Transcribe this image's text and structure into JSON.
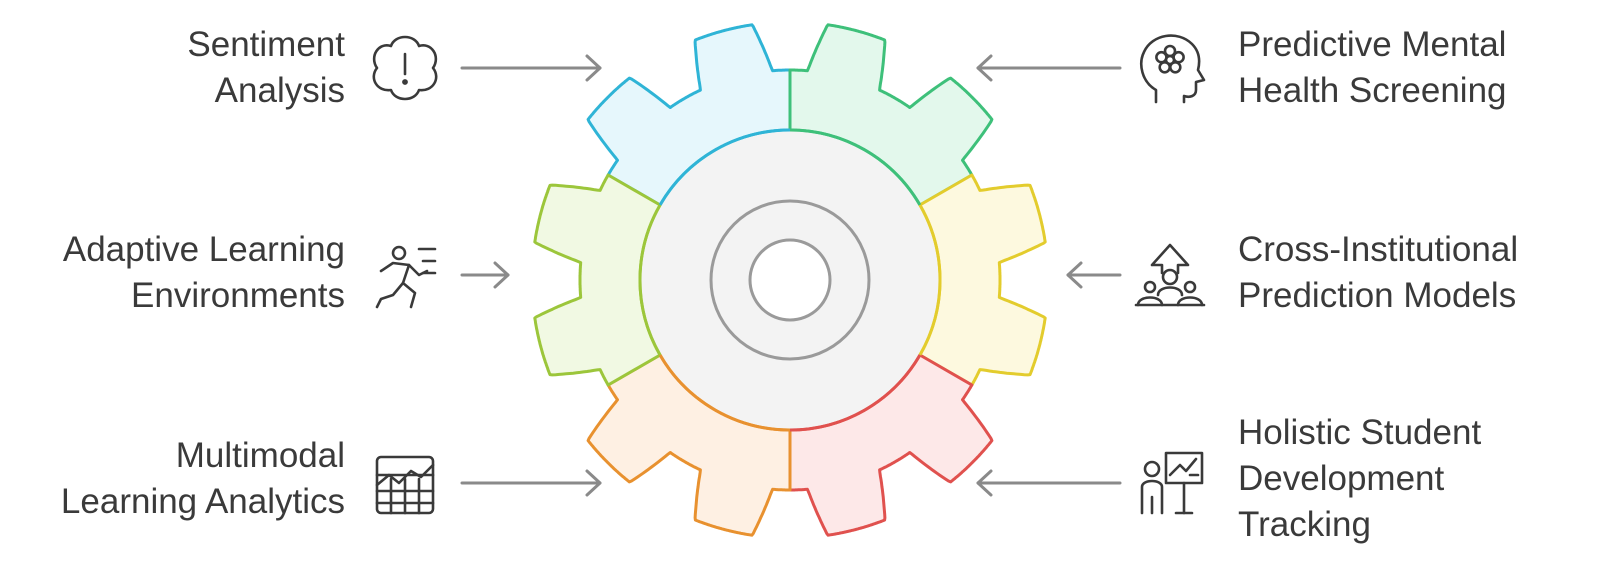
{
  "diagram": {
    "items": [
      {
        "id": "sentiment-analysis",
        "side": "left",
        "lines": [
          "Sentiment",
          "Analysis"
        ],
        "icon": "cloud-exclamation-icon",
        "color": "#2fb4d6",
        "fill": "#e6f7fc"
      },
      {
        "id": "adaptive-learning-environments",
        "side": "left",
        "lines": [
          "Adaptive Learning",
          "Environments"
        ],
        "icon": "running-person-icon",
        "color": "#9cc63b",
        "fill": "#f1f9e3"
      },
      {
        "id": "multimodal-learning-analytics",
        "side": "left",
        "lines": [
          "Multimodal",
          "Learning Analytics"
        ],
        "icon": "chart-grid-icon",
        "color": "#e8912f",
        "fill": "#fef0e3"
      },
      {
        "id": "predictive-mental-health-screening",
        "side": "right",
        "lines": [
          "Predictive Mental",
          "Health Screening"
        ],
        "icon": "head-flower-icon",
        "color": "#3ec07a",
        "fill": "#e3f8ec"
      },
      {
        "id": "cross-institutional-prediction-models",
        "side": "right",
        "lines": [
          "Cross-Institutional",
          "Prediction Models"
        ],
        "icon": "group-arrow-up-icon",
        "color": "#e3cc2d",
        "fill": "#fdf9df"
      },
      {
        "id": "holistic-student-development-tracking",
        "side": "right",
        "lines": [
          "Holistic Student",
          "Development",
          "Tracking"
        ],
        "icon": "presenter-chart-icon",
        "color": "#e0514e",
        "fill": "#fde8e8"
      }
    ],
    "colors": {
      "arrow": "#8a8a8a",
      "hub_fill": "#f3f3f3",
      "hub_stroke": "#9a9a9a",
      "icon": "#3a3a3a"
    }
  }
}
